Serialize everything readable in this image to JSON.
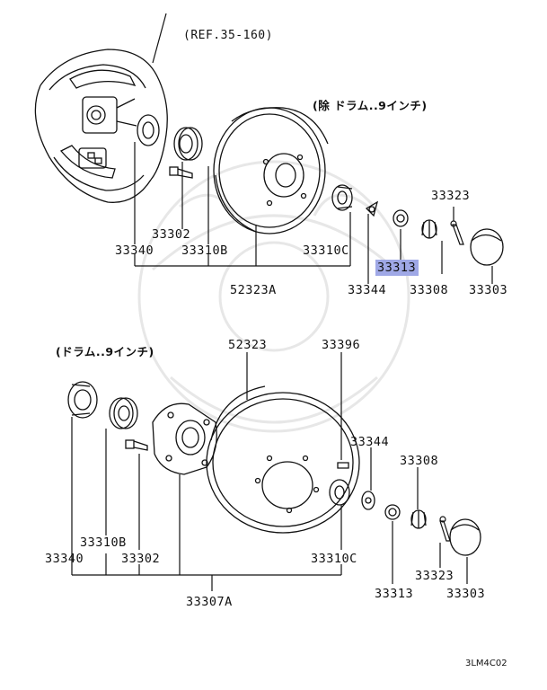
{
  "ref_label": "(REF.35-160)",
  "top_variant_note": "(除 ドラム..9インチ)",
  "bottom_variant_note": "(ドラム..9インチ)",
  "diagram_code": "3LM4C02",
  "highlight_color": "#9fa8e6",
  "top_parts": {
    "p33323": "33323",
    "p33302": "33302",
    "p33340": "33340",
    "p33310B": "33310B",
    "p33310C": "33310C",
    "p33313": "33313",
    "p33344": "33344",
    "p33308": "33308",
    "p33303": "33303",
    "p52323A": "52323A"
  },
  "bottom_parts": {
    "p52323": "52323",
    "p33396": "33396",
    "p33344": "33344",
    "p33308": "33308",
    "p33310B": "33310B",
    "p33340": "33340",
    "p33302": "33302",
    "p33310C": "33310C",
    "p33323": "33323",
    "p33313": "33313",
    "p33303": "33303",
    "p33307A": "33307A"
  }
}
